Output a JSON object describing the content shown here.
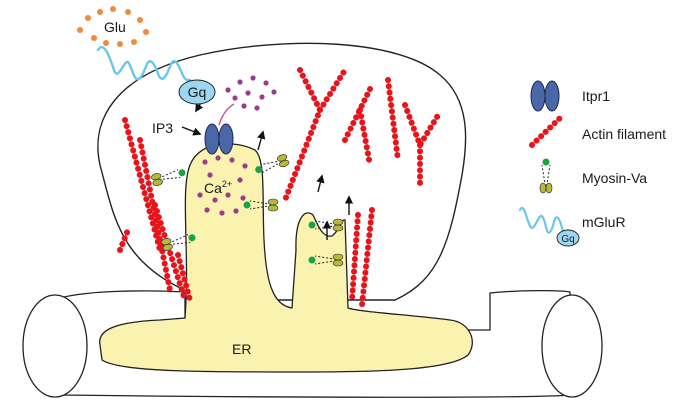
{
  "diagram": {
    "labels": {
      "glu": "Glu",
      "gq": "Gq",
      "ip3": "IP3",
      "ca": "Ca",
      "ca_sup": "2+",
      "er": "ER"
    },
    "legend": [
      {
        "key": "itpr1",
        "label": "Itpr1",
        "icon": "itpr1-channel-icon"
      },
      {
        "key": "actin",
        "label": "Actin filament",
        "icon": "actin-filament-icon"
      },
      {
        "key": "myosin",
        "label": "Myosin-Va",
        "icon": "myosin-va-icon"
      },
      {
        "key": "mglur",
        "label": "mGluR",
        "icon": "mglur-receptor-icon",
        "badge": "Gq"
      }
    ],
    "colors": {
      "actin": "#e8141c",
      "er_fill": "#faf3b0",
      "itpr1": "#4a67a8",
      "gq": "#9dd6f0",
      "mglur": "#6cc6ea",
      "glu_dots": "#f08a3c",
      "ca_dots": "#9c3d8c",
      "myosin_green": "#1aa24a",
      "myosin_olive": "#b8b83a",
      "outline": "#222222"
    }
  }
}
